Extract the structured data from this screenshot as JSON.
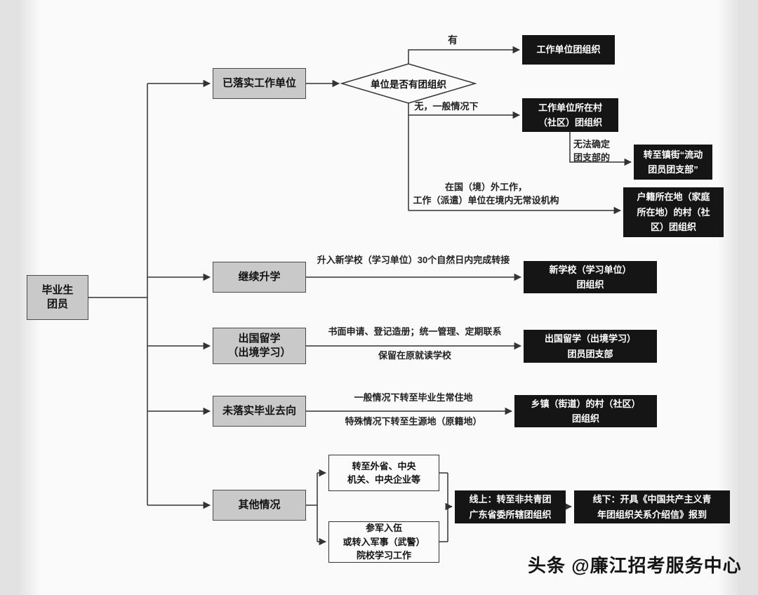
{
  "page": {
    "watermark": "头条 @廉江招考服务中心"
  },
  "nodes": {
    "root": "毕业生\n团员",
    "cat_work": "已落实工作单位",
    "cat_school": "继续升学",
    "cat_abroad": "出国留学\n（出境学习）",
    "cat_unsettled": "未落实毕业去向",
    "cat_other": "其他情况",
    "decision": "单位是否有团组织",
    "work_org": "工作单位团组织",
    "work_village": "工作单位所在村\n（社区）团组织",
    "floating_branch": "转至镇街“流动\n团员团支部”",
    "household": "户籍所在地（家庭\n所在地）的村（社\n区）团组织",
    "new_school": "新学校（学习单位）\n团组织",
    "abroad_branch": "出国留学（出境学习）\n团员团支部",
    "township": "乡镇（街道）的村（社区）\n团组织",
    "transfer_out": "转至外省、中央\n机关、中央企业等",
    "military": "参军入伍\n或转入军事（武警）\n院校学习工作",
    "online": "线上：转至非共青团\n广东省委所辖团组织",
    "offline": "线下：开具《中国共产主义青\n年团组织关系介绍信》报到"
  },
  "labels": {
    "yes": "有",
    "no_general": "无，一般情况下",
    "cannot_determine": "无法确定\n团支部的",
    "overseas": "在国（境）外工作，\n工作（派遣）单位在境内无常设机构",
    "school_note": "升入新学校（学习单位）30个自然日内完成转接",
    "abroad_note_top": "书面申请、登记造册；统一管理、定期联系",
    "abroad_note_bottom": "保留在原就读学校",
    "unsettled_note_top": "一般情况下转至毕业生常住地",
    "unsettled_note_bottom": "特殊情况下转至生源地（原籍地）"
  }
}
